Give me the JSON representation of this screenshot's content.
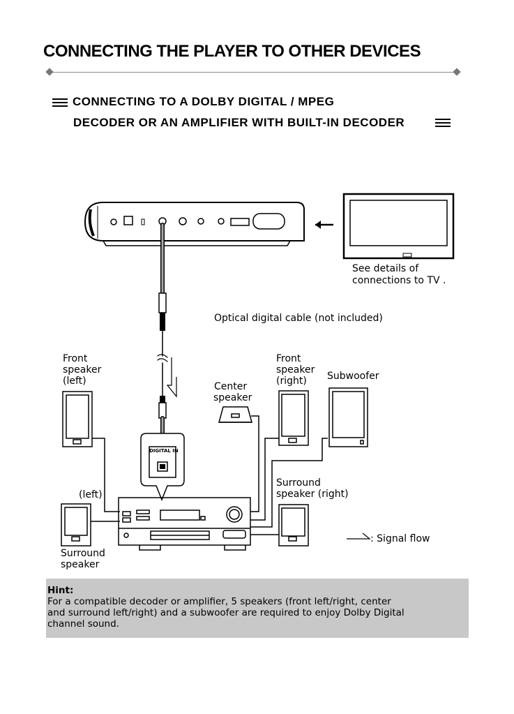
{
  "title": "CONNECTING THE PLAYER TO OTHER DEVICES",
  "section": {
    "line1": "CONNECTING TO A DOLBY DIGITAL / MPEG",
    "line2": "DECODER OR AN AMPLIFIER WITH BUILT-IN DECODER"
  },
  "labels": {
    "tv_details_1": "See details of",
    "tv_details_2": "connections to TV .",
    "optical_cable": "Optical digital cable (not included)",
    "front_left_1": "Front",
    "front_left_2": "speaker",
    "front_left_3": "(left)",
    "front_right_1": "Front",
    "front_right_2": "speaker",
    "front_right_3": "(right)",
    "subwoofer": "Subwoofer",
    "center_1": "Center",
    "center_2": "speaker",
    "digital_in": "DIGITAL IN",
    "surround_left_side": "(left)",
    "surround_left_1": "Surround",
    "surround_left_2": "speaker",
    "surround_right_1": "Surround",
    "surround_right_2": "speaker (right)",
    "signal_flow": ": Signal  flow"
  },
  "hint": {
    "heading": "Hint:",
    "line1": "For a compatible decoder or amplifier, 5 speakers (front left/right, center",
    "line2": "and surround left/right) and a subwoofer are required to enjoy Dolby Digital",
    "line3": "channel sound."
  }
}
